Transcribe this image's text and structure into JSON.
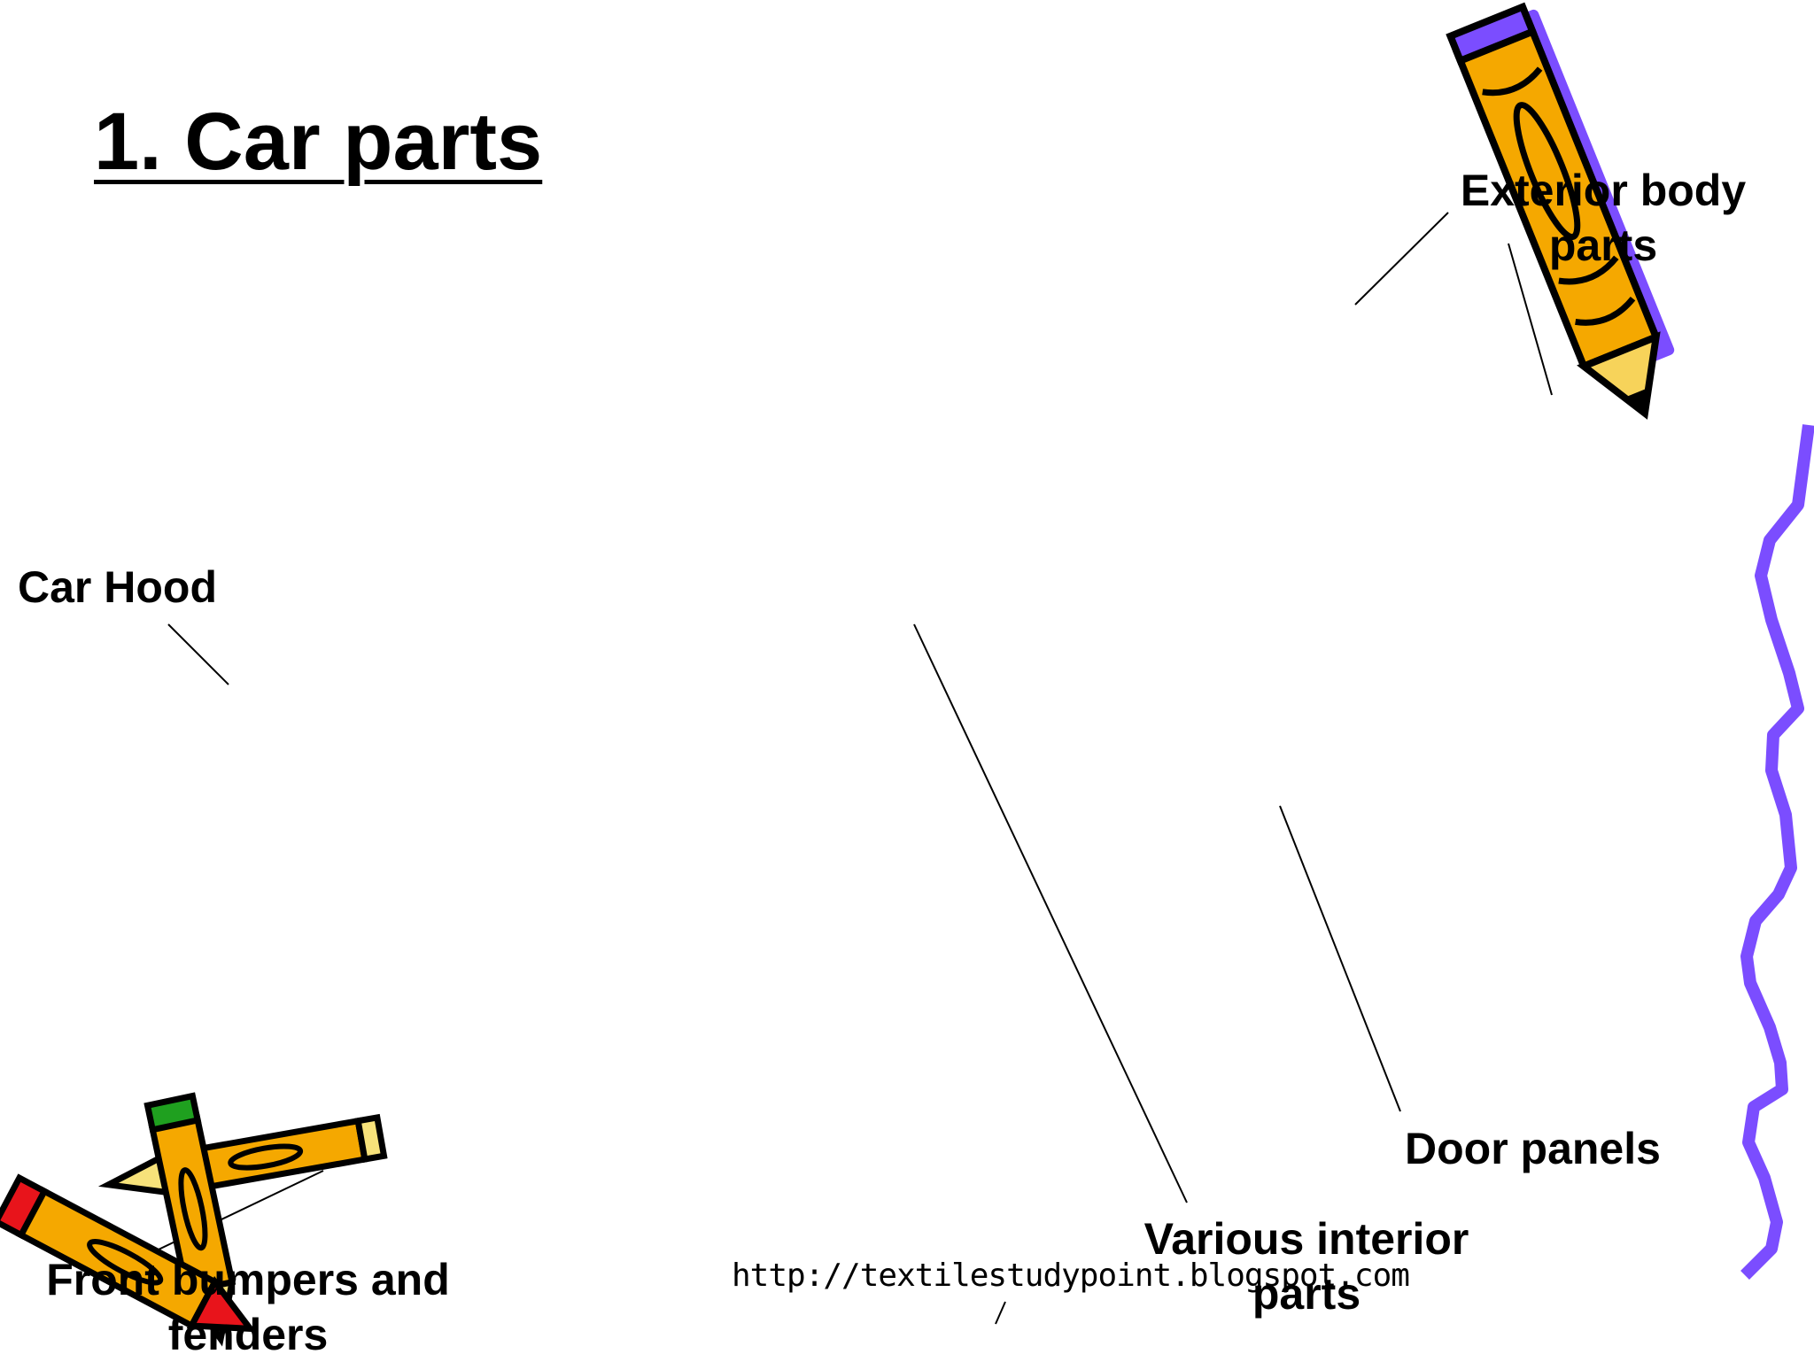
{
  "slide": {
    "title": "1. Car parts",
    "labels": {
      "exterior_body_parts": "Exterior body parts",
      "car_hood": "Car Hood",
      "door_panels": "Door panels",
      "various_interior_parts": "Various interior parts",
      "front_bumpers_and_fenders": "Front bumpers and fenders"
    },
    "watermark": "http://textilestudypoint.blogspot.com"
  },
  "colors": {
    "pencil_body": "#f5a800",
    "pencil_outline": "#000000",
    "border_accent": "#7b4dff",
    "eraser_red": "#e8141b",
    "eraser_green": "#1fa01f"
  },
  "icons": [
    "pencil-icon",
    "crossed-pencils-icon"
  ]
}
